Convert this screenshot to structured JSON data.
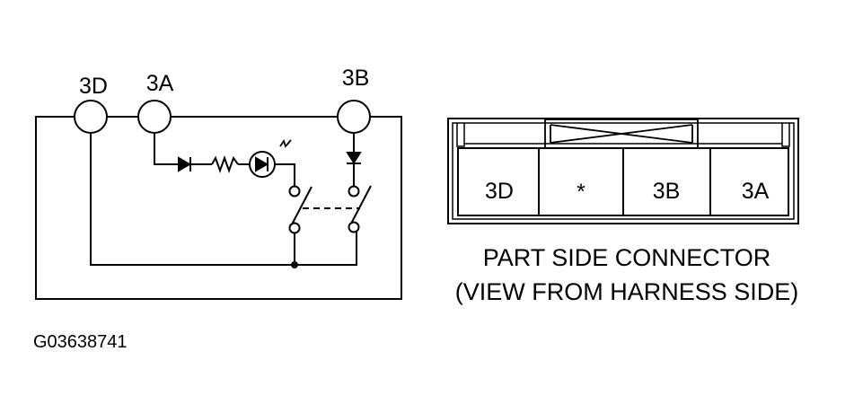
{
  "schematic": {
    "terminals": [
      {
        "id": "3D",
        "label": "3D"
      },
      {
        "id": "3A",
        "label": "3A"
      },
      {
        "id": "3B",
        "label": "3B"
      }
    ]
  },
  "connector": {
    "cavities": [
      "3D",
      "*",
      "3B",
      "3A"
    ],
    "caption_line1": "PART SIDE CONNECTOR",
    "caption_line2": "(VIEW FROM HARNESS SIDE)"
  },
  "figure_code": "G03638741"
}
